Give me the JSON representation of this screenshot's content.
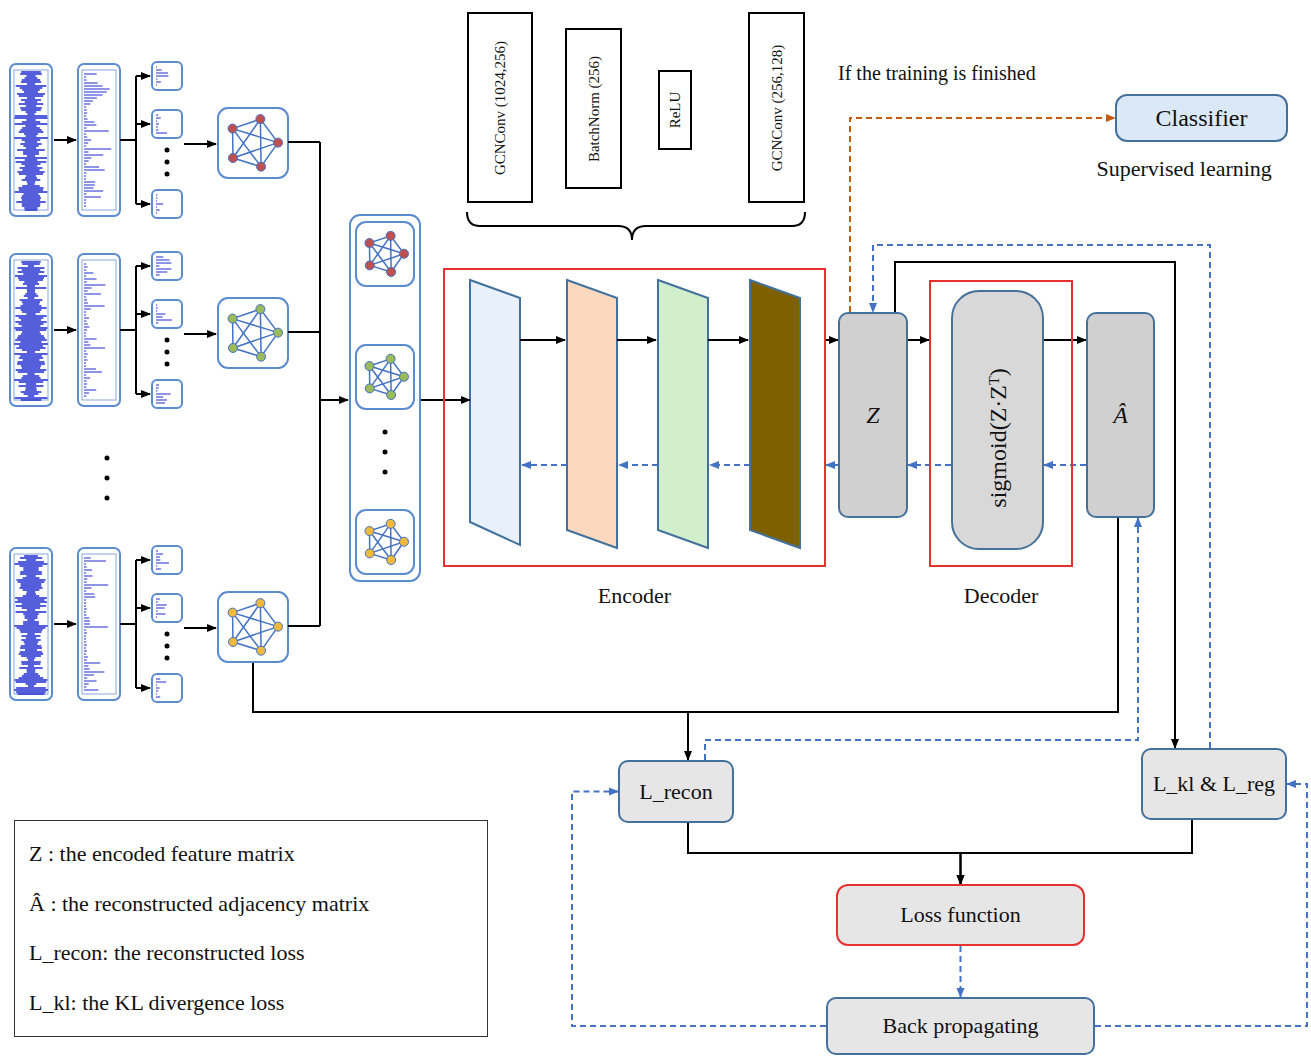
{
  "diagram": {
    "nodes": [
      {
        "text": [
          "GCNConv (1024,256)"
        ]
      },
      {
        "text": [
          "BatchNorm (256)"
        ]
      },
      {
        "text": [
          "ReLU"
        ]
      },
      {
        "text": [
          "GCNConv (256,128)"
        ]
      },
      {
        "text": [
          "Classifier"
        ]
      },
      {
        "text": [
          "Encoder"
        ]
      },
      {
        "text": [
          "Z"
        ]
      },
      {
        "text": [
          "Decoder"
        ]
      },
      {
        "text": [
          "sigmoid(Z·Zᵀ)"
        ],
        "in": 7
      },
      {
        "text": [
          "Â"
        ]
      },
      {
        "text": [
          "L_recon"
        ]
      },
      {
        "text": [
          "L_kl & L_reg"
        ]
      },
      {
        "text": [
          "Loss function"
        ]
      },
      {
        "text": [
          "Back propagating"
        ]
      },
      {
        "text": [
          "Z : the encoded feature matrix",
          "Â : the reconstructed adjacency matrix",
          "L_recon: the reconstructed loss",
          "L_kl: the KL divergence loss"
        ]
      }
    ],
    "edges": [
      {
        "from": 5,
        "to": 6,
        "arrow": "to"
      },
      {
        "from": 6,
        "to": 7,
        "arrow": "to"
      },
      {
        "from": 8,
        "to": 9,
        "arrow": "to"
      },
      {
        "from": 6,
        "to": 4,
        "arrow": "to",
        "label": "If the training is finished"
      },
      {
        "from": 6,
        "to": 11,
        "arrow": "to"
      },
      {
        "from": 9,
        "to": 10,
        "arrow": "to"
      },
      {
        "from": 10,
        "to": 12,
        "arrow": "to"
      },
      {
        "from": 11,
        "to": 12,
        "arrow": "to"
      },
      {
        "from": 12,
        "to": 13,
        "arrow": "to"
      },
      {
        "from": 13,
        "to": 10,
        "arrow": "to"
      },
      {
        "from": 13,
        "to": 11,
        "arrow": "to"
      },
      {
        "from": 10,
        "to": 9,
        "arrow": "to"
      },
      {
        "from": 11,
        "to": 6,
        "arrow": "to"
      },
      {
        "from": 9,
        "to": 8,
        "arrow": "to"
      },
      {
        "from": 8,
        "to": 6,
        "arrow": "to"
      },
      {
        "from": 6,
        "to": 5,
        "arrow": "to"
      }
    ],
    "labels": [
      "Supervised learning"
    ]
  }
}
